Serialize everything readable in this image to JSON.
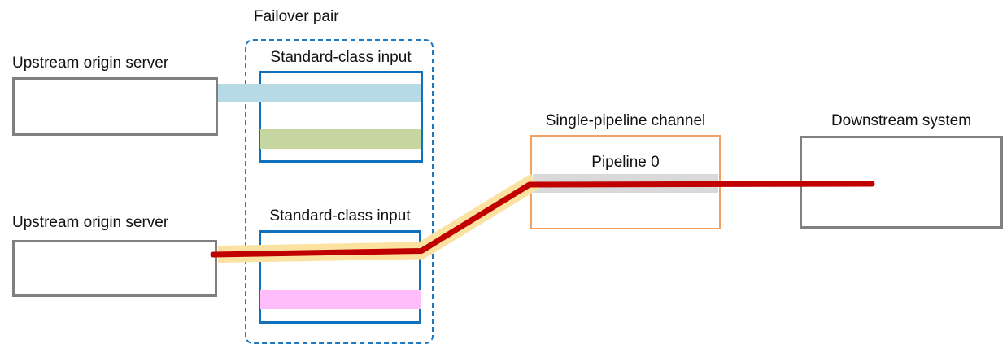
{
  "diagram": {
    "title_region": {
      "failover_group_label": "Failover pair"
    },
    "upstream_top": {
      "label": "Upstream origin server"
    },
    "upstream_bottom": {
      "label": "Upstream origin server"
    },
    "input_top": {
      "label": "Standard-class input"
    },
    "input_bottom": {
      "label": "Standard-class input"
    },
    "channel": {
      "label": "Single-pipeline channel",
      "pipeline_label": "Pipeline 0"
    },
    "downstream": {
      "label": "Downstream system"
    }
  },
  "colors": {
    "line_red": "#c00000",
    "glow_yellow": "#fce2a0",
    "band_blue": "#b6dbe7",
    "band_green": "#c6d6a0",
    "band_pink": "#ffbdfc",
    "band_gray": "#d9d9d9",
    "border_blue": "#0f70be",
    "border_blue_dash": "#1f78c2",
    "border_orange": "#f2a163",
    "border_gray": "#808080"
  }
}
